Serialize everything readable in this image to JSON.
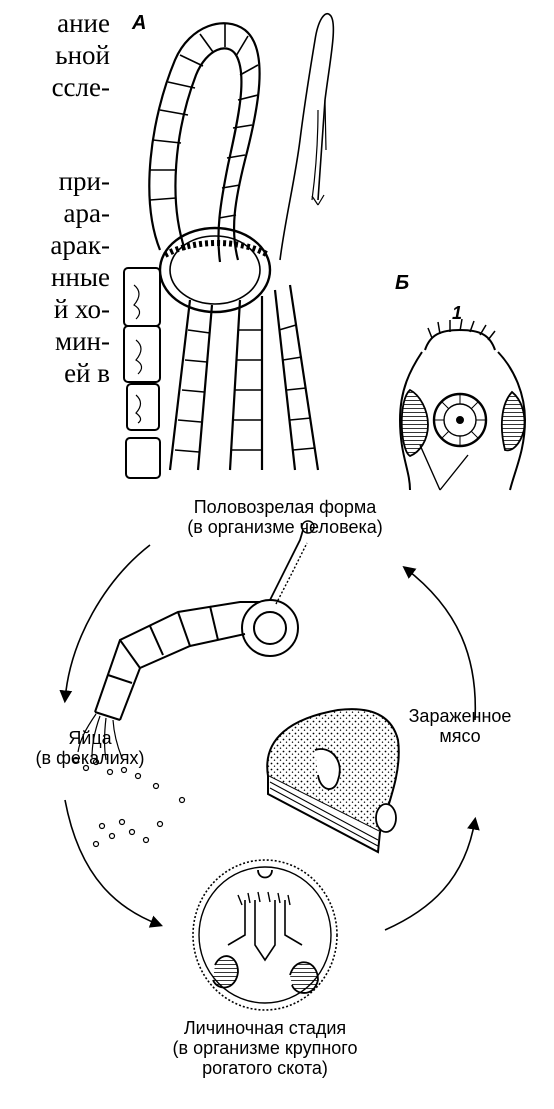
{
  "left_text": [
    "ание",
    "ьной",
    "ссле-",
    "при-",
    "ара-",
    "арак-",
    "нные",
    "й хо-",
    "мин-",
    "ей в"
  ],
  "panel_a_label": "А",
  "panel_b_label": "Б",
  "scolex_marker": "1",
  "cycle": {
    "adult": [
      "Половозрелая форма",
      "(в организме человека)"
    ],
    "eggs": [
      "Яйца",
      "(в фекалиях)"
    ],
    "meat": [
      "Зараженное",
      "мясо"
    ],
    "larva": [
      "Личиночная стадия",
      "(в организме крупного",
      "рогатого скота)"
    ]
  }
}
